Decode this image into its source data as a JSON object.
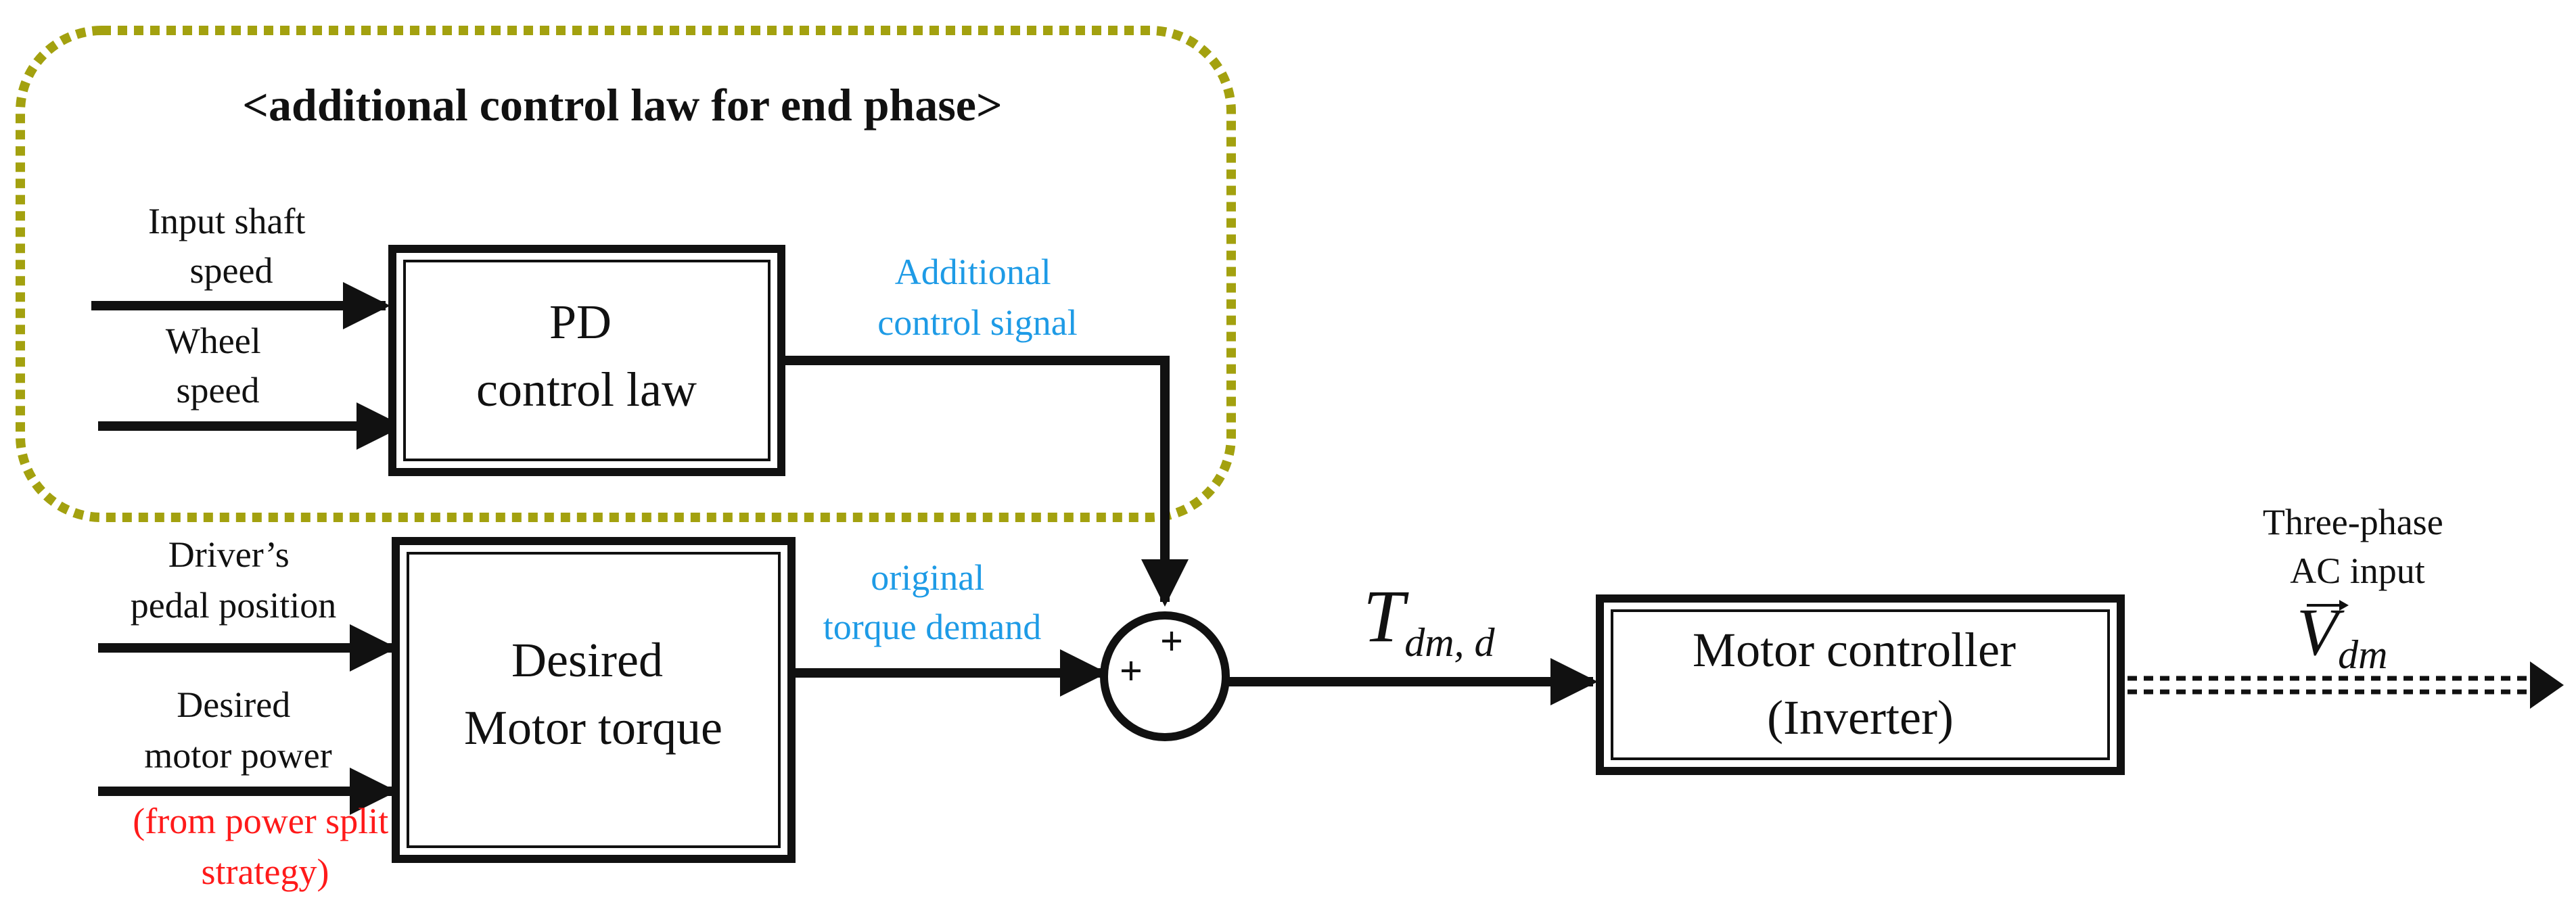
{
  "colors": {
    "region_border": "#a3a10f",
    "blue_text": "#1e9be6",
    "red_text": "#ff1a1a",
    "stroke": "#111111"
  },
  "region": {
    "title": "<additional control law for end phase>"
  },
  "inputs": {
    "input_shaft": [
      "Input shaft",
      "speed"
    ],
    "wheel": [
      "Wheel",
      "speed"
    ],
    "pedal": [
      "Driver’s",
      "pedal position"
    ],
    "motor_power": [
      "Desired",
      "motor power"
    ],
    "power_split": [
      "(from power split",
      "strategy)"
    ]
  },
  "blocks": {
    "pd": [
      "PD",
      "control  law"
    ],
    "desired_torque": [
      "Desired",
      "Motor torque"
    ],
    "motor_controller": [
      "Motor controller",
      "(Inverter)"
    ]
  },
  "signals": {
    "additional": [
      "Additional",
      "control signal"
    ],
    "original": [
      "original",
      "torque demand"
    ],
    "three_phase": [
      "Three-phase",
      "AC input"
    ]
  },
  "summing_junction": {
    "top_sign": "+",
    "left_sign": "+"
  },
  "symbols": {
    "torque_main": "T",
    "torque_sub": "dm, d",
    "voltage_main": "V",
    "voltage_sub": "dm"
  }
}
